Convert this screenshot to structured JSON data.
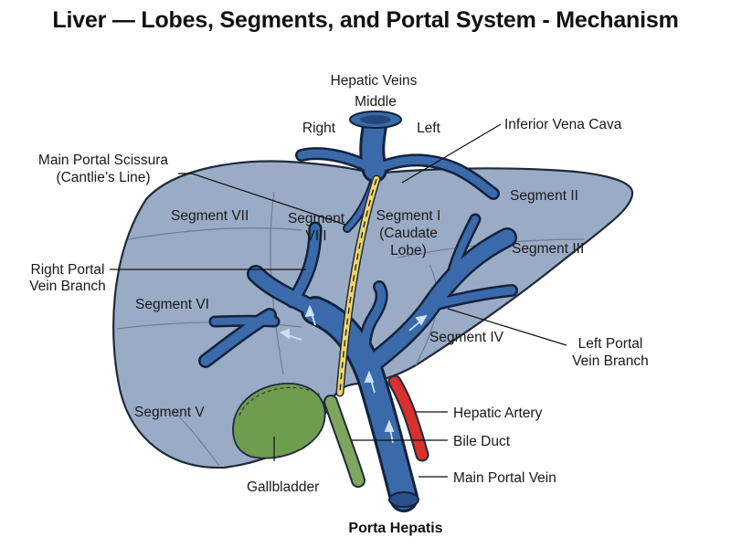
{
  "title": "Liver — Lobes, Segments, and Portal System - Mechanism",
  "labels": {
    "hepatic_veins": "Hepatic Veins",
    "middle": "Middle",
    "right": "Right",
    "left": "Left",
    "inferior_vena_cava": "Inferior Vena Cava",
    "main_portal_scissura": [
      "Main Portal Scissura",
      "(Cantlie’s Line)"
    ],
    "segment_vii": "Segment VII",
    "segment_viii": [
      "Segment",
      "VIII"
    ],
    "segment_i": [
      "Segment I",
      "(Caudate",
      "Lobe)"
    ],
    "segment_ii": "Segment II",
    "segment_iii": "Segment III",
    "right_portal_vein_branch": [
      "Right Portal",
      "Vein Branch"
    ],
    "segment_vi": "Segment VI",
    "segment_iv": "Segment IV",
    "left_portal_vein_branch": [
      "Left Portal",
      "Vein Branch"
    ],
    "segment_v": "Segment V",
    "hepatic_artery": "Hepatic Artery",
    "bile_duct": "Bile Duct",
    "gallbladder": "Gallbladder",
    "main_portal_vein": "Main Portal Vein",
    "porta_hepatis": "Porta Hepatis"
  },
  "colors": {
    "liver": "#9aabc6",
    "liver_outline": "#1f2a3a",
    "vein": "#3a6aaa",
    "vein_outline": "#13223d",
    "artery": "#d8302c",
    "bile_duct": "#7fa65e",
    "gallbladder": "#6f9c4f",
    "cantlie_line": "#f0d56a",
    "segment_lines": "#6d7d95"
  }
}
